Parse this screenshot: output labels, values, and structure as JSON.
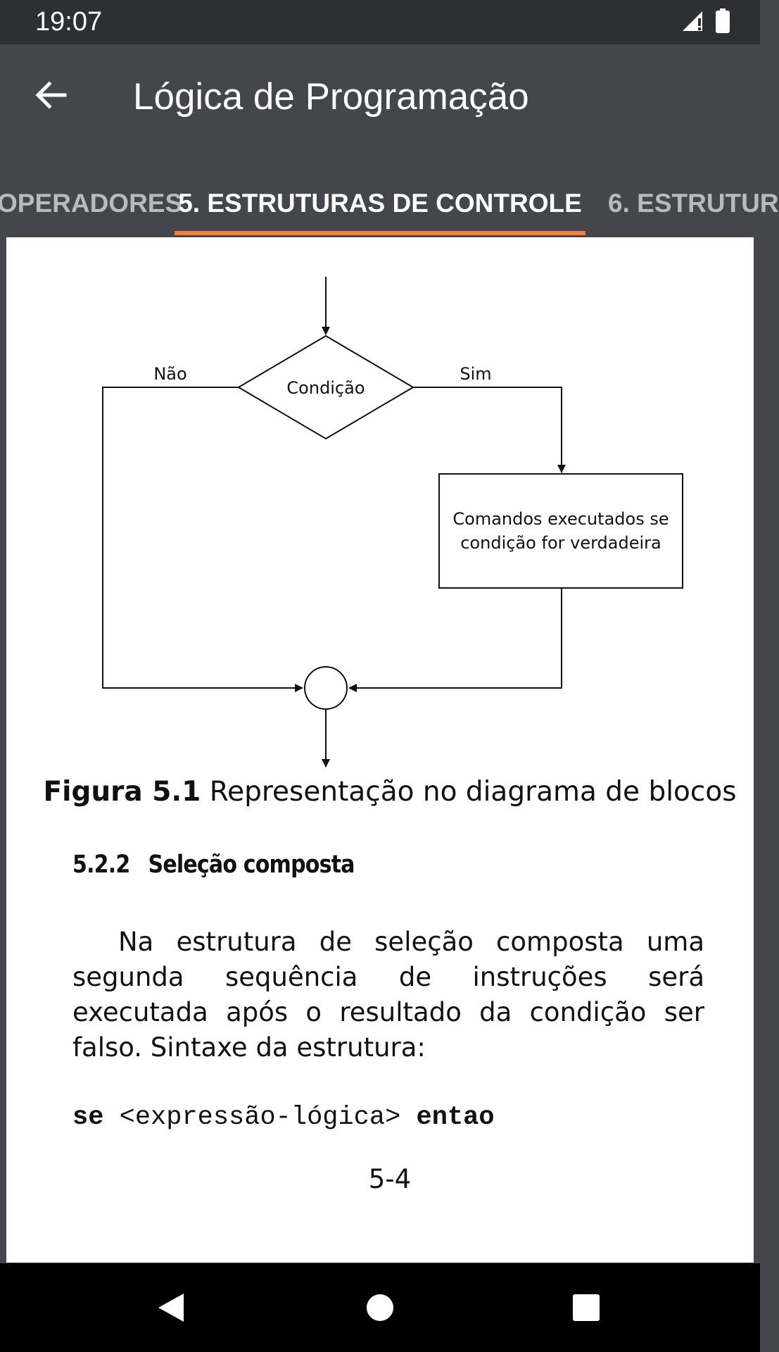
{
  "status_bar": {
    "time": "19:07",
    "icons": [
      "signal-icon",
      "battery-icon"
    ]
  },
  "app_bar": {
    "title": "Lógica de Programação",
    "back_icon": "arrow-back-icon"
  },
  "tabs": [
    {
      "label": "OPERADORES",
      "active": false
    },
    {
      "label": "5. ESTRUTURAS DE CONTROLE",
      "active": true
    },
    {
      "label": "6. ESTRUTUR",
      "active": false
    }
  ],
  "colors": {
    "app_bar": "#45464c",
    "status_bar": "#2e2f33",
    "tab_indicator": "#f0823c",
    "page": "#ffffff"
  },
  "document": {
    "flowchart": {
      "decision": "Condição",
      "no_label": "Não",
      "yes_label": "Sim",
      "process_line1": "Comandos executados se",
      "process_line2": "condição for verdadeira"
    },
    "caption_bold": "Figura 5.1",
    "caption_text": " Representação no diagrama de blocos",
    "section_number": "5.2.2",
    "section_title": "Seleção composta",
    "paragraph": "Na estrutura de seleção composta uma segunda sequência de instruções será executada após o resultado da condição ser falso. Sintaxe da estrutura:",
    "code_keyword1": "se",
    "code_expression": " <expressão-lógica> ",
    "code_keyword2": "entao",
    "page_number": "5-4"
  },
  "nav_bar": {
    "buttons": [
      "back-triangle-icon",
      "home-circle-icon",
      "recents-square-icon"
    ]
  }
}
